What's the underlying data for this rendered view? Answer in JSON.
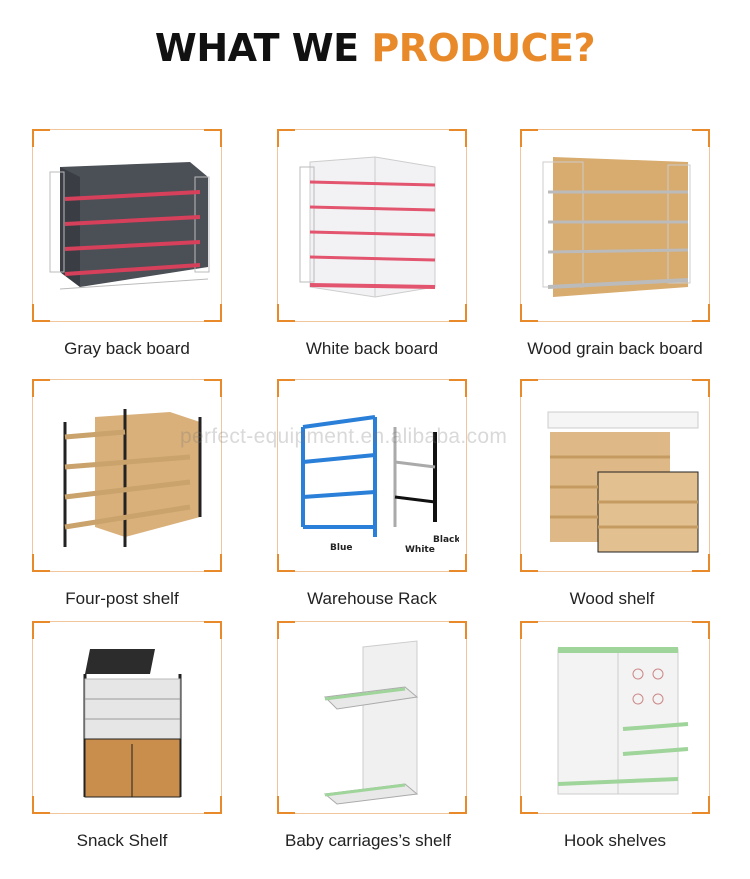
{
  "header": {
    "title_part1": "WHAT WE",
    "title_part2": "PRODUCE?"
  },
  "colors": {
    "accent": "#e98a2a",
    "frame": "#f1c69c"
  },
  "watermark": "perfect-equipment.en.alibaba.com",
  "products": [
    {
      "label": "Gray back board",
      "icon": "gray-gondola-shelf"
    },
    {
      "label": "White back board",
      "icon": "white-gondola-shelf"
    },
    {
      "label": "Wood grain back board",
      "icon": "wood-gondola-shelf"
    },
    {
      "label": "Four-post shelf",
      "icon": "four-post-shelf"
    },
    {
      "label": "Warehouse Rack",
      "icon": "warehouse-rack",
      "tags": [
        "Blue",
        "White",
        "Black"
      ]
    },
    {
      "label": "Wood shelf",
      "icon": "wood-shelf"
    },
    {
      "label": "Snack Shelf",
      "icon": "snack-shelf"
    },
    {
      "label": "Baby carriages’s shelf",
      "icon": "single-sided-shelf"
    },
    {
      "label": "Hook shelves",
      "icon": "pegboard-hook-shelf"
    }
  ]
}
